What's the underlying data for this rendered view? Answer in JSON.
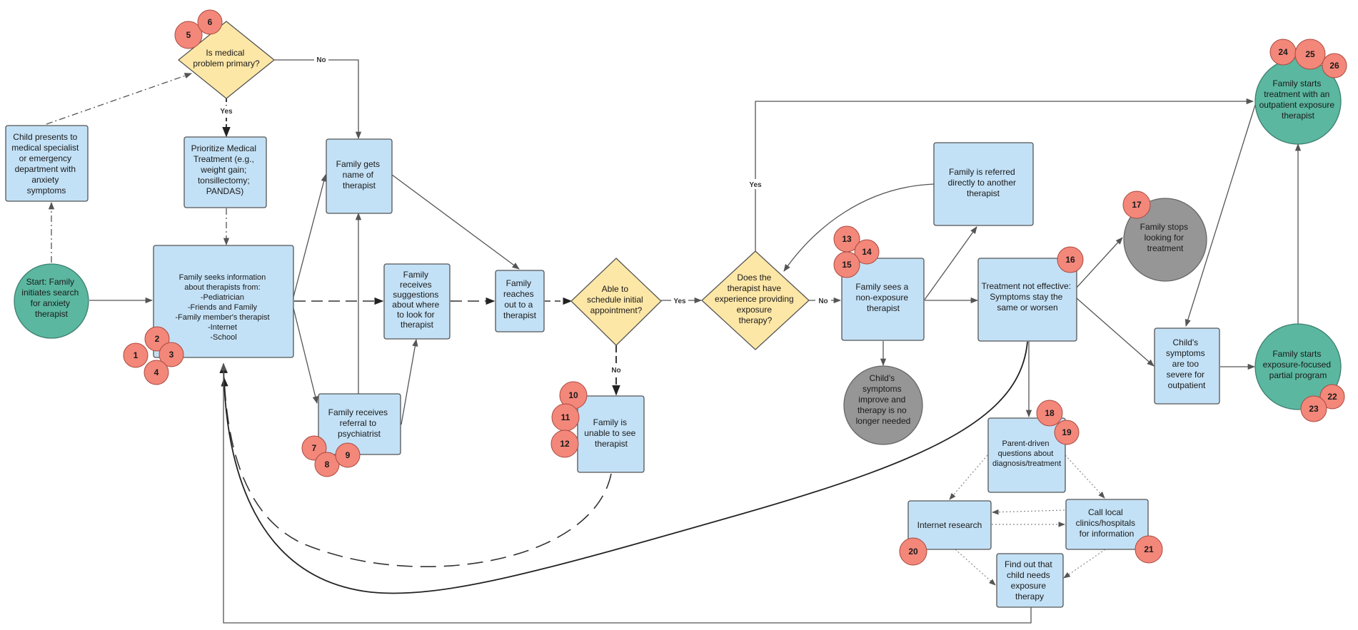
{
  "colors": {
    "process": "#c3e1f6",
    "decision": "#fde7a7",
    "start": "#5bb7a0",
    "end": "#969696",
    "badge": "#f3877a",
    "stroke": "#555555"
  },
  "nodes": {
    "start": [
      "Start: Family",
      "initiates search",
      "for anxiety",
      "therapist"
    ],
    "child_presents": [
      "Child presents to",
      "medical specialist",
      "or emergency",
      "department with",
      "anxiety",
      "symptoms"
    ],
    "is_medical": [
      "Is medical",
      "problem primary?"
    ],
    "prioritize": [
      "Prioritize Medical",
      "Treatment (e.g.,",
      "weight gain;",
      "tonsillectomy;",
      "PANDAS)"
    ],
    "seeks_info": [
      "Family seeks information",
      "about therapists from:",
      "-Pediatrician",
      "-Friends and Family",
      "-Family member's therapist",
      "-Internet",
      "-School"
    ],
    "gets_name": [
      "Family gets",
      "name of",
      "therapist"
    ],
    "receives_referral": [
      "Family receives",
      "referral to",
      "psychiatrist"
    ],
    "receives_suggestions": [
      "Family",
      "receives",
      "suggestions",
      "about where",
      "to look for",
      "therapist"
    ],
    "reaches_out": [
      "Family",
      "reaches",
      "out to a",
      "therapist"
    ],
    "able_schedule": [
      "Able to",
      "schedule initial",
      "appointment?"
    ],
    "unable_see": [
      "Family is",
      "unable to see",
      "therapist"
    ],
    "experience": [
      "Does the",
      "therapist have",
      "experience providing",
      "exposure",
      "therapy?"
    ],
    "referred_directly": [
      "Family is referred",
      "directly to another",
      "therapist"
    ],
    "non_exposure": [
      "Family sees a",
      "non-exposure",
      "therapist"
    ],
    "improve": [
      "Child's",
      "symptoms",
      "improve and",
      "therapy is no",
      "longer needed"
    ],
    "not_effective": [
      "Treatment not effective:",
      "Symptoms stay the",
      "same or worsen"
    ],
    "stops_looking": [
      "Family stops",
      "looking for",
      "treatment"
    ],
    "too_severe": [
      "Child's",
      "symptoms",
      "are too",
      "severe for",
      "outpatient"
    ],
    "parent_questions": [
      "Parent-driven",
      "questions about",
      "diagnosis/treatment"
    ],
    "internet_research": [
      "Internet research"
    ],
    "call_local": [
      "Call local",
      "clinics/hospitals",
      "for information"
    ],
    "find_out": [
      "Find out that",
      "child needs",
      "exposure",
      "therapy"
    ],
    "outpatient_exposure": [
      "Family starts",
      "treatment with an",
      "outpatient exposure",
      "therapist"
    ],
    "partial_program": [
      "Family starts",
      "exposure-focused",
      "partial program"
    ]
  },
  "labels": {
    "no_medical": "No",
    "yes_medical": "Yes",
    "yes_schedule": "Yes",
    "no_schedule": "No",
    "yes_experience": "Yes",
    "no_experience": "No"
  },
  "badges": [
    "1",
    "2",
    "3",
    "4",
    "5",
    "6",
    "7",
    "8",
    "9",
    "10",
    "11",
    "12",
    "13",
    "14",
    "15",
    "16",
    "17",
    "18",
    "19",
    "20",
    "21",
    "22",
    "23",
    "24",
    "25",
    "26"
  ]
}
